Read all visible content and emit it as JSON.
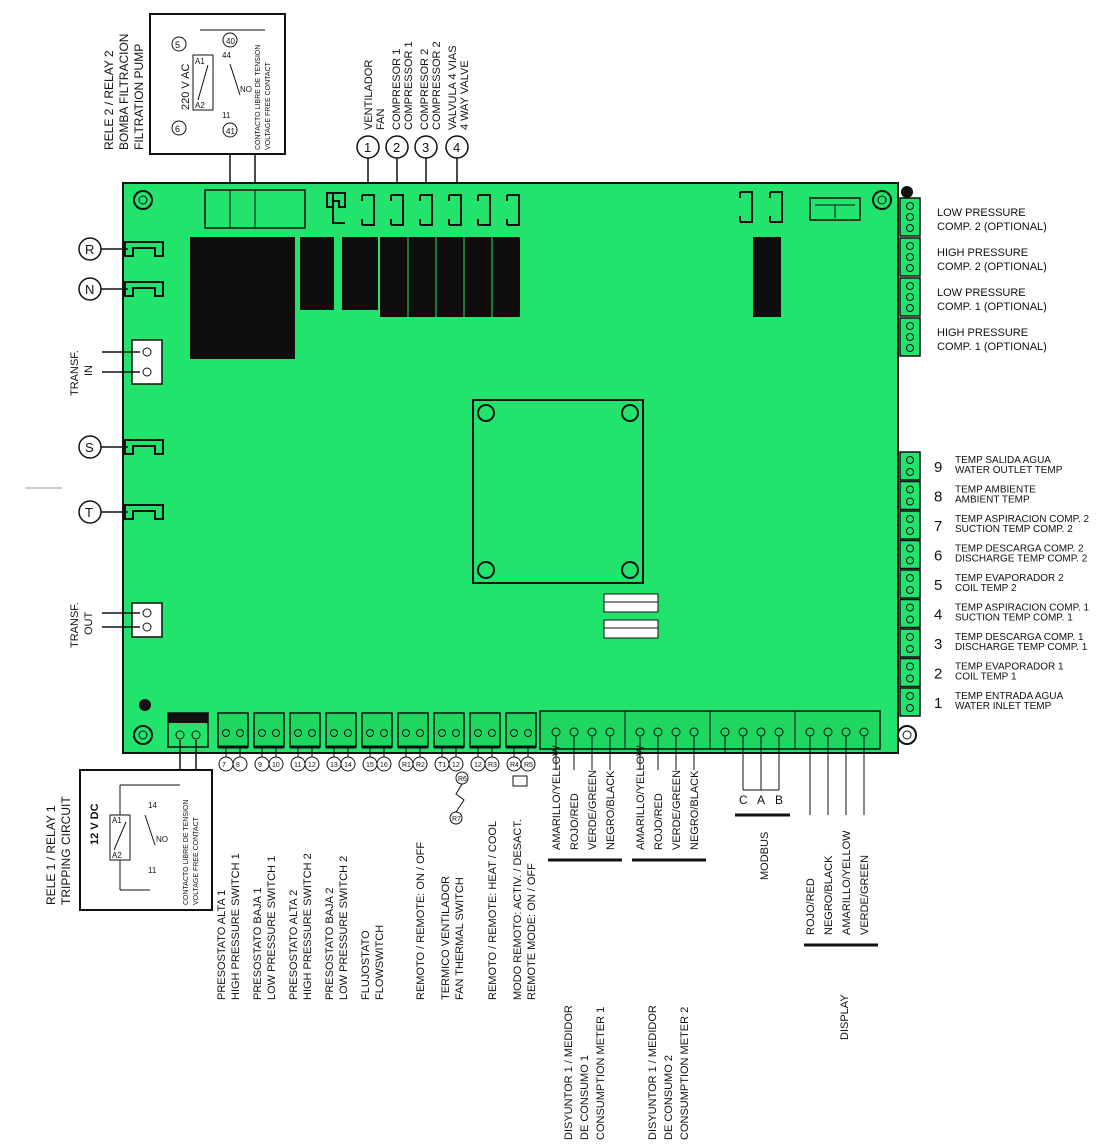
{
  "relay2": {
    "title_lines": [
      "RELE 2 / RELAY 2",
      "BOMBA FILTRACION",
      "FILTRATION PUMP"
    ],
    "voltage": "220 V AC",
    "contact_es": "CONTACTO LIBRE DE TENSION",
    "contact_en": "VOLTAGE FREE CONTACT",
    "pins": [
      "5",
      "6",
      "A1",
      "A2",
      "40",
      "44",
      "11",
      "41",
      "NO"
    ]
  },
  "relay1": {
    "title_lines": [
      "RELE 1 / RELAY 1",
      "TRIPPING CIRCUIT"
    ],
    "voltage": "12 V DC",
    "contact_es": "CONTACTO LIBRE DE TENSION",
    "contact_en": "VOLTAGE FREE CONTACT",
    "pins": [
      "A1",
      "A2",
      "14",
      "11",
      "NO"
    ]
  },
  "top_outputs": [
    {
      "num": "1",
      "lines": [
        "VENTILADOR",
        "FAN"
      ]
    },
    {
      "num": "2",
      "lines": [
        "COMPRESOR 1",
        "COMPRESSOR 1"
      ]
    },
    {
      "num": "3",
      "lines": [
        "COMPRESOR 2",
        "COMPRESSOR 2"
      ]
    },
    {
      "num": "4",
      "lines": [
        "VALVULA 4 VIAS",
        "4 WAY VALVE"
      ]
    }
  ],
  "left_terminals": [
    "R",
    "N",
    "S",
    "T"
  ],
  "transf_in": [
    "TRANSF.",
    "IN"
  ],
  "transf_out": [
    "TRANSF.",
    "OUT"
  ],
  "pressure_inputs": [
    [
      "LOW PRESSURE",
      "COMP. 2 (OPTIONAL)"
    ],
    [
      "HIGH PRESSURE",
      "COMP. 2  (OPTIONAL)"
    ],
    [
      "LOW PRESSURE",
      "COMP. 1 (OPTIONAL)"
    ],
    [
      "HIGH PRESSURE",
      "COMP. 1 (OPTIONAL)"
    ]
  ],
  "temp_inputs": [
    {
      "num": "9",
      "lines": [
        "TEMP SALIDA AGUA",
        "WATER OUTLET TEMP"
      ]
    },
    {
      "num": "8",
      "lines": [
        "TEMP AMBIENTE",
        "AMBIENT TEMP"
      ]
    },
    {
      "num": "7",
      "lines": [
        "TEMP ASPIRACION COMP. 2",
        "SUCTION TEMP COMP. 2"
      ]
    },
    {
      "num": "6",
      "lines": [
        "TEMP DESCARGA COMP. 2",
        "DISCHARGE TEMP COMP. 2"
      ]
    },
    {
      "num": "5",
      "lines": [
        "TEMP EVAPORADOR 2",
        "COIL TEMP 2"
      ]
    },
    {
      "num": "4",
      "lines": [
        "TEMP ASPIRACION COMP. 1",
        "SUCTION TEMP COMP. 1"
      ]
    },
    {
      "num": "3",
      "lines": [
        "TEMP DESCARGA COMP. 1",
        "DISCHARGE TEMP COMP. 1"
      ]
    },
    {
      "num": "2",
      "lines": [
        "TEMP EVAPORADOR 1",
        "COIL TEMP 1"
      ]
    },
    {
      "num": "1",
      "lines": [
        "TEMP ENTRADA AGUA",
        "WATER INLET TEMP"
      ]
    }
  ],
  "bottom_pins": [
    "7",
    "8",
    "9",
    "10",
    "11",
    "12",
    "13",
    "14",
    "15",
    "16",
    "R1",
    "R2",
    "T1",
    "12",
    "12",
    "R3",
    "R4",
    "R5",
    "R6",
    "R7"
  ],
  "bottom_inputs": [
    [
      "PRESOSTATO ALTA 1",
      "HIGH PRESSURE SWITCH 1"
    ],
    [
      "PRESOSTATO BAJA 1",
      "LOW PRESSURE SWITCH 1"
    ],
    [
      "PRESOSTATO ALTA 2",
      "HIGH PRESSURE SWITCH 2"
    ],
    [
      "PRESOSTATO BAJA 2",
      "LOW PRESSURE SWITCH 2"
    ],
    [
      "FLUJOSTATO",
      "FLOWSWITCH"
    ],
    [
      "REMOTO / REMOTE: ON / OFF"
    ],
    [
      "TERMICO VENTILADOR",
      "FAN THERMAL SWITCH"
    ],
    [
      "REMOTO / REMOTE: HEAT / COOL"
    ],
    [
      "MODO REMOTO: ACTIV. / DESACT.",
      "REMOTE MODE: ON / OFF"
    ]
  ],
  "meter1": {
    "wires": [
      "AMARILLO/YELLOW",
      "ROJO/RED",
      "VERDE/GREEN",
      "NEGRO/BLACK"
    ],
    "caption": [
      "DISYUNTOR 1 / MEDIDOR",
      "DE CONSUMO 1",
      "CONSUMPTION METER 1"
    ]
  },
  "meter2": {
    "wires": [
      "AMARILLO/YELLOW",
      "ROJO/RED",
      "VERDE/GREEN",
      "NEGRO/BLACK"
    ],
    "caption": [
      "DISYUNTOR 1 / MEDIDOR",
      "DE CONSUMO 2",
      "CONSUMPTION METER 2"
    ]
  },
  "modbus": {
    "pins": [
      "C",
      "A",
      "B"
    ],
    "caption": "MODBUS"
  },
  "display": {
    "wires": [
      "ROJO/RED",
      "NEGRO/BLACK",
      "AMARILLO/YELLOW",
      "VERDE/GREEN"
    ],
    "caption": "DISPLAY"
  },
  "colors": {
    "board": "#22e36c",
    "board_stroke": "#111111",
    "component": "#0d0d0d",
    "terminal": "#1fd65f"
  }
}
